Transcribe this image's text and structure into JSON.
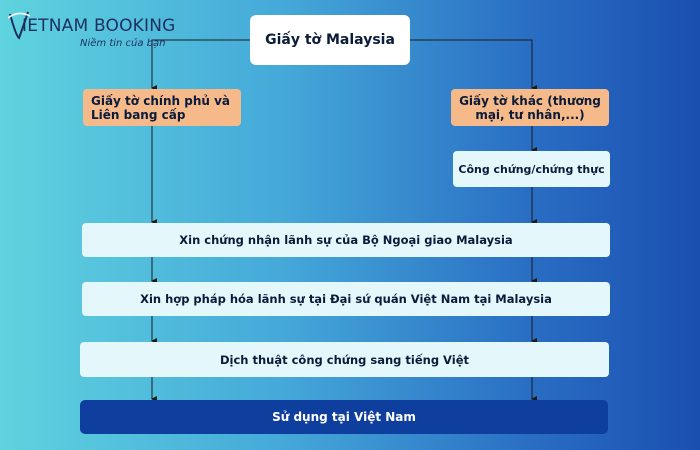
{
  "logo": {
    "text": "IETNAM BOOKING",
    "tagline": "Niềm tin của bạn"
  },
  "diagram": {
    "root": "Giấy tờ Malaysia",
    "branch_left": "Giấy tờ chính phủ và Liên bang cấp",
    "branch_right": "Giấy tờ khác (thương mại, tư nhân,...)",
    "notary": "Công chứng/chứng thực",
    "step1": "Xin chứng nhận lãnh sự của Bộ Ngoại giao Malaysia",
    "step2": "Xin hợp pháp hóa lãnh sự tại Đại sứ quán Việt Nam tại Malaysia",
    "step3": "Dịch thuật công chứng sang tiếng Việt",
    "final": "Sử dụng tại Việt Nam"
  },
  "colors": {
    "root_bg": "#ffffff",
    "branch_bg": "#f5b98a",
    "step_bg": "#e4f7fb",
    "final_bg": "#0f3f9e",
    "line": "#1b1b1b"
  }
}
